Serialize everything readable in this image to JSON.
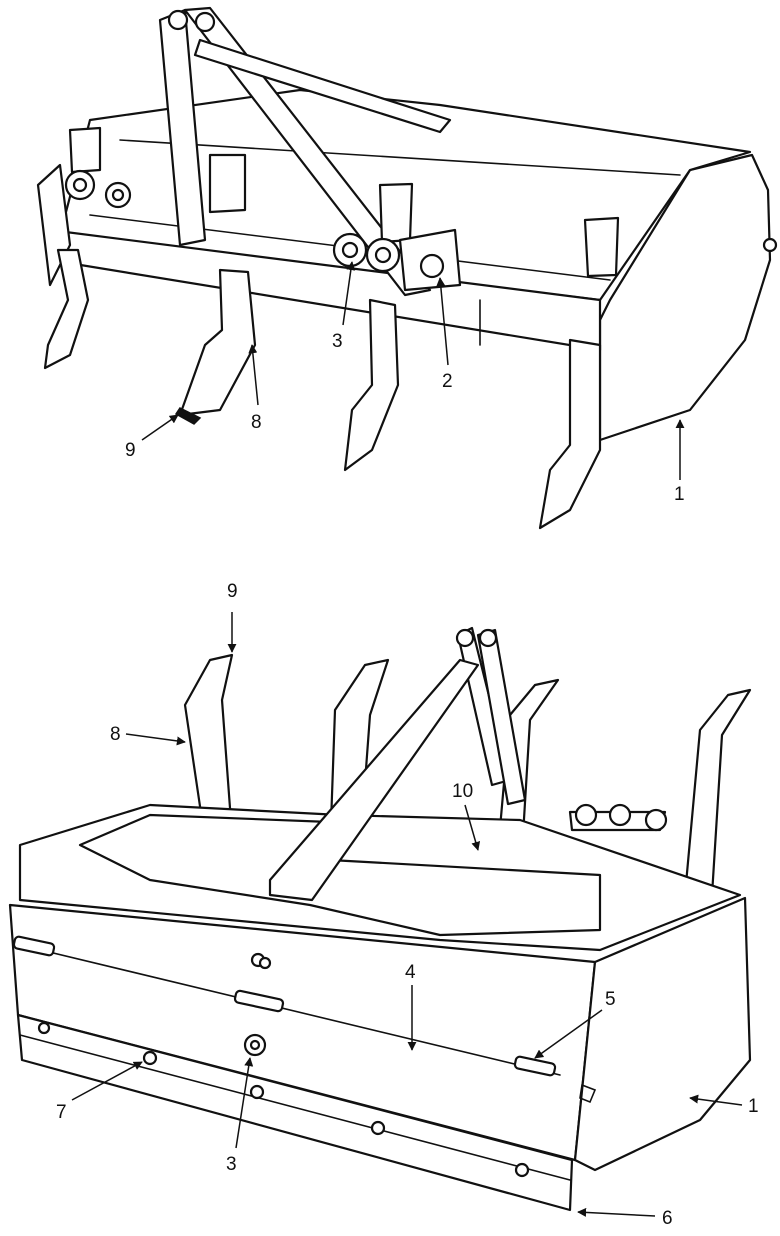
{
  "figure": {
    "top_view": {
      "callouts": {
        "c1": "1",
        "c2": "2",
        "c3": "3",
        "c8": "8",
        "c9": "9"
      }
    },
    "bottom_view": {
      "callouts": {
        "c1": "1",
        "c3": "3",
        "c4": "4",
        "c5": "5",
        "c6": "6",
        "c7": "7",
        "c8": "8",
        "c9": "9",
        "c10": "10"
      }
    }
  }
}
